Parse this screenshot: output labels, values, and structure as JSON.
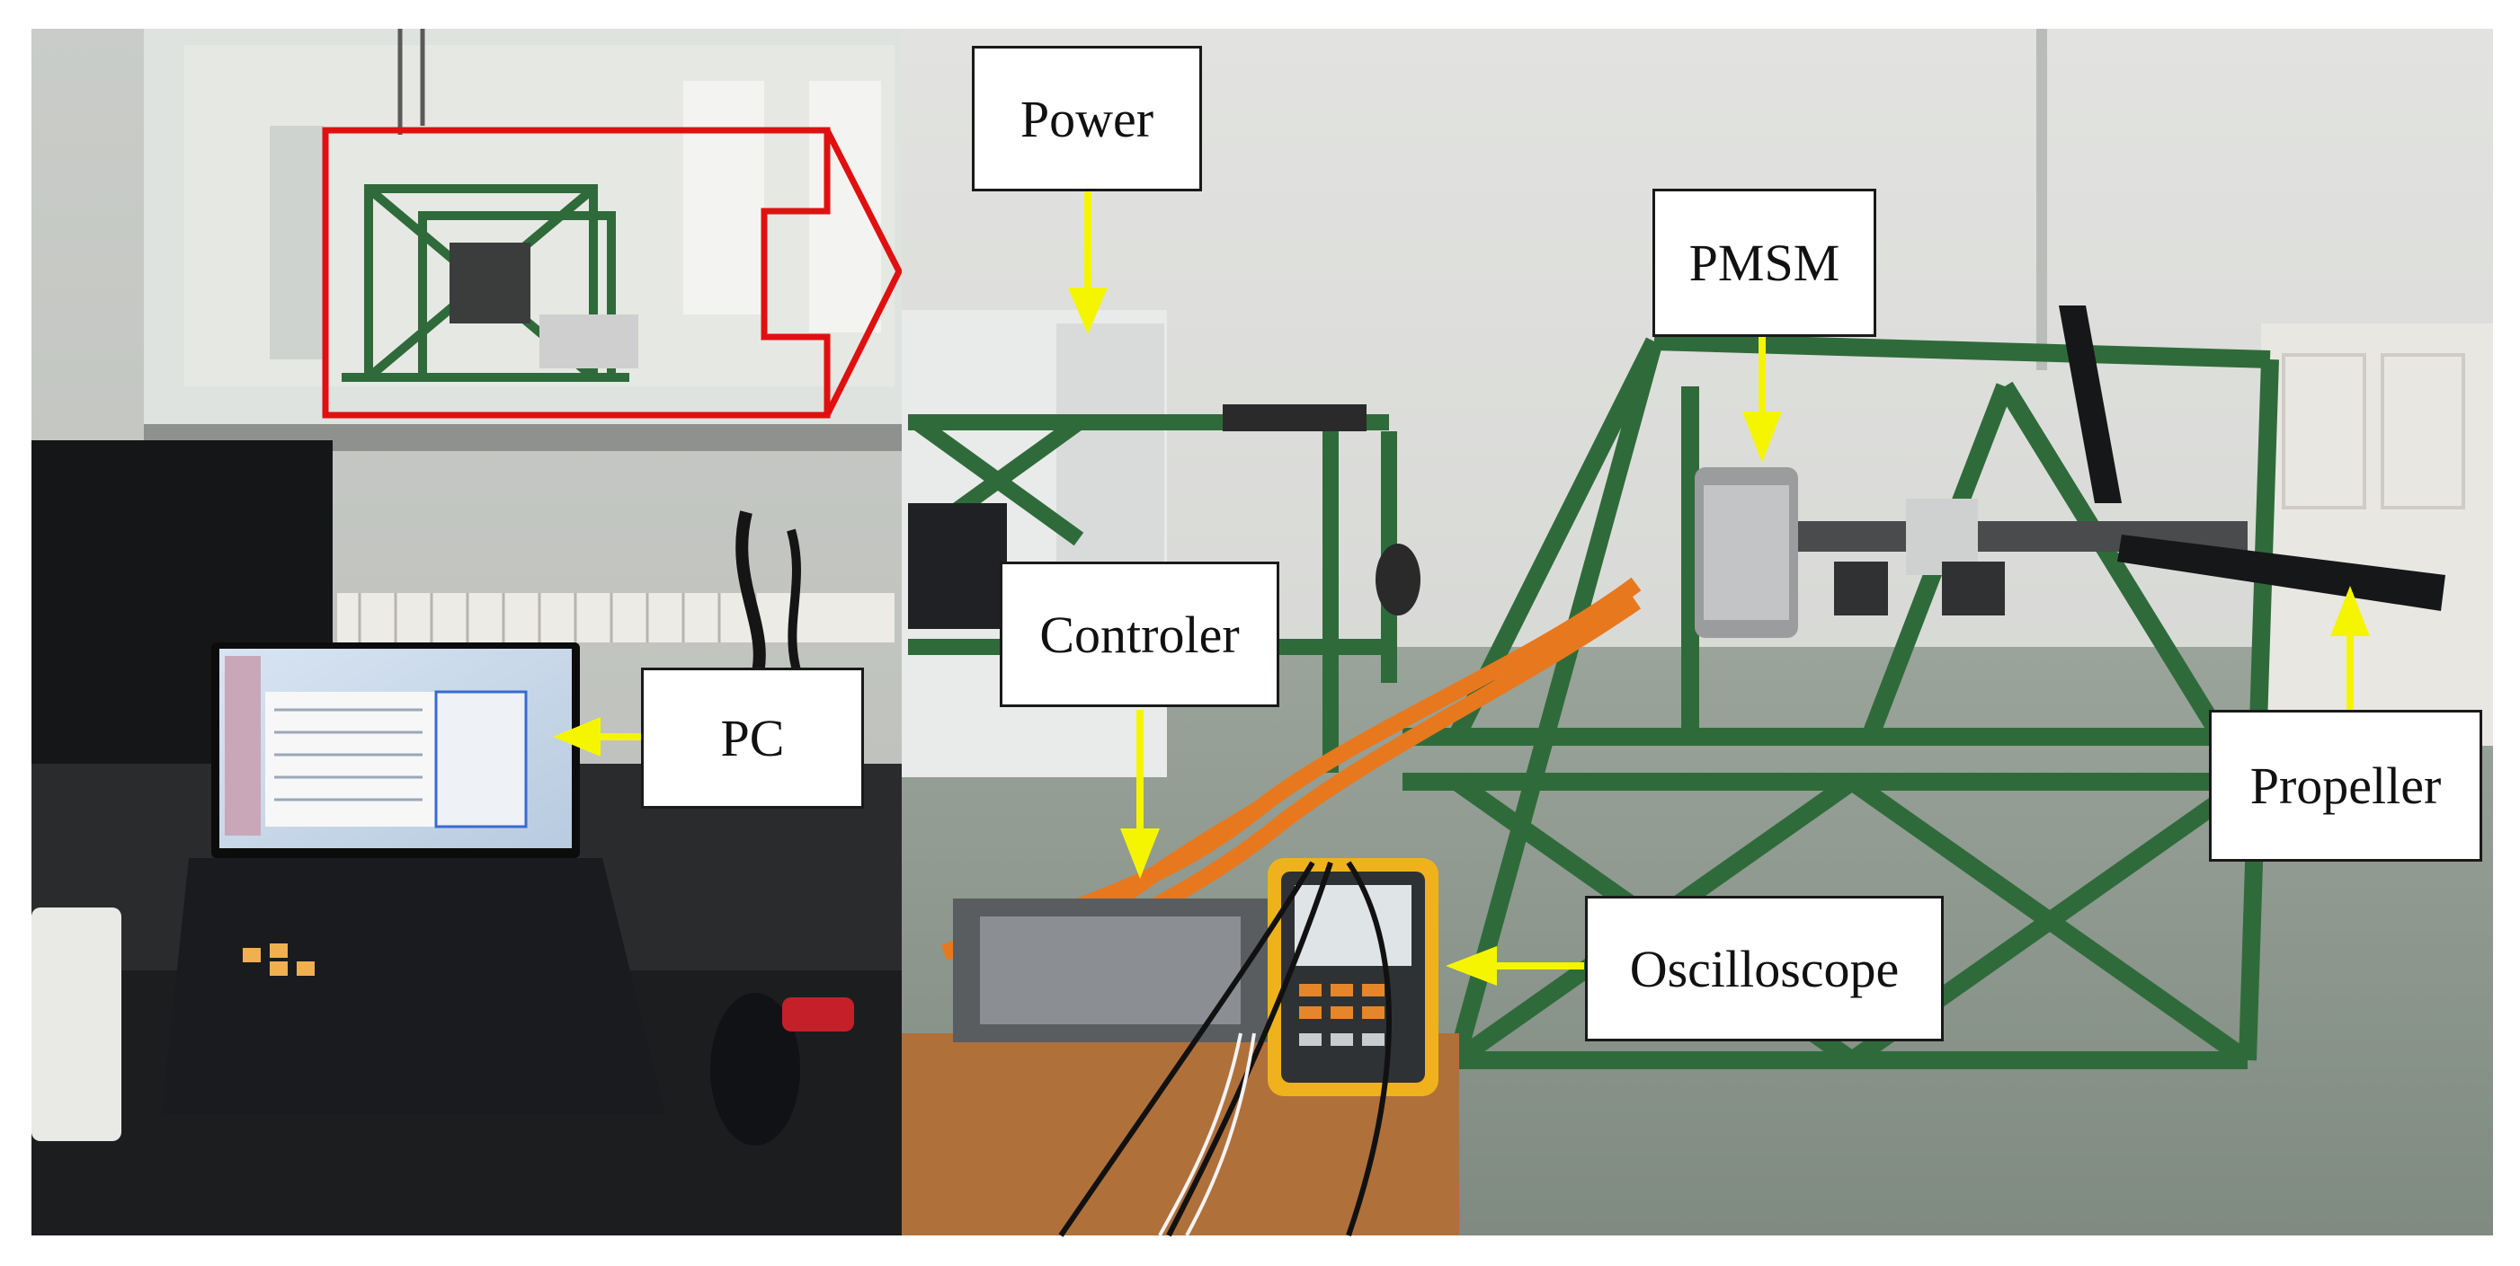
{
  "figure": {
    "labels": {
      "power": "Power",
      "pmsm": "PMSM",
      "controller": "Controler",
      "pc": "PC",
      "propeller": "Propeller",
      "oscilloscope": "Oscilloscope"
    },
    "colors": {
      "arrow": "#f5f500",
      "highlight_frame": "#e01010",
      "frame_green": "#2f6b3a",
      "cable_orange": "#e8781e",
      "wall": "#d9dbd8",
      "floor": "#8f9a8e",
      "scope_yellow": "#f0b21c"
    }
  }
}
